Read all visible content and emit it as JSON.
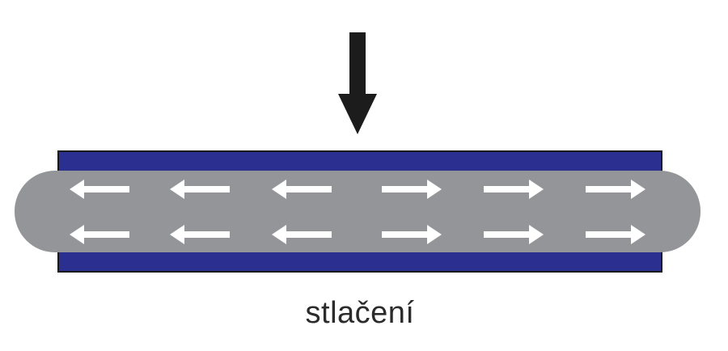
{
  "diagram": {
    "caption": "stlačení",
    "colors": {
      "plate": "#2b2f8f",
      "plate_border": "#1a1a1a",
      "fluid": "#939598",
      "flow_arrow": "#ffffff",
      "force_arrow": "#1c1c1c",
      "caption": "#2b2b2b"
    },
    "icons": {
      "force": "arrow-down",
      "flow_left": "arrow-left",
      "flow_right": "arrow-right"
    },
    "flow": {
      "rows": 2,
      "left_arrows_per_row": 3,
      "right_arrows_per_row": 3
    }
  }
}
